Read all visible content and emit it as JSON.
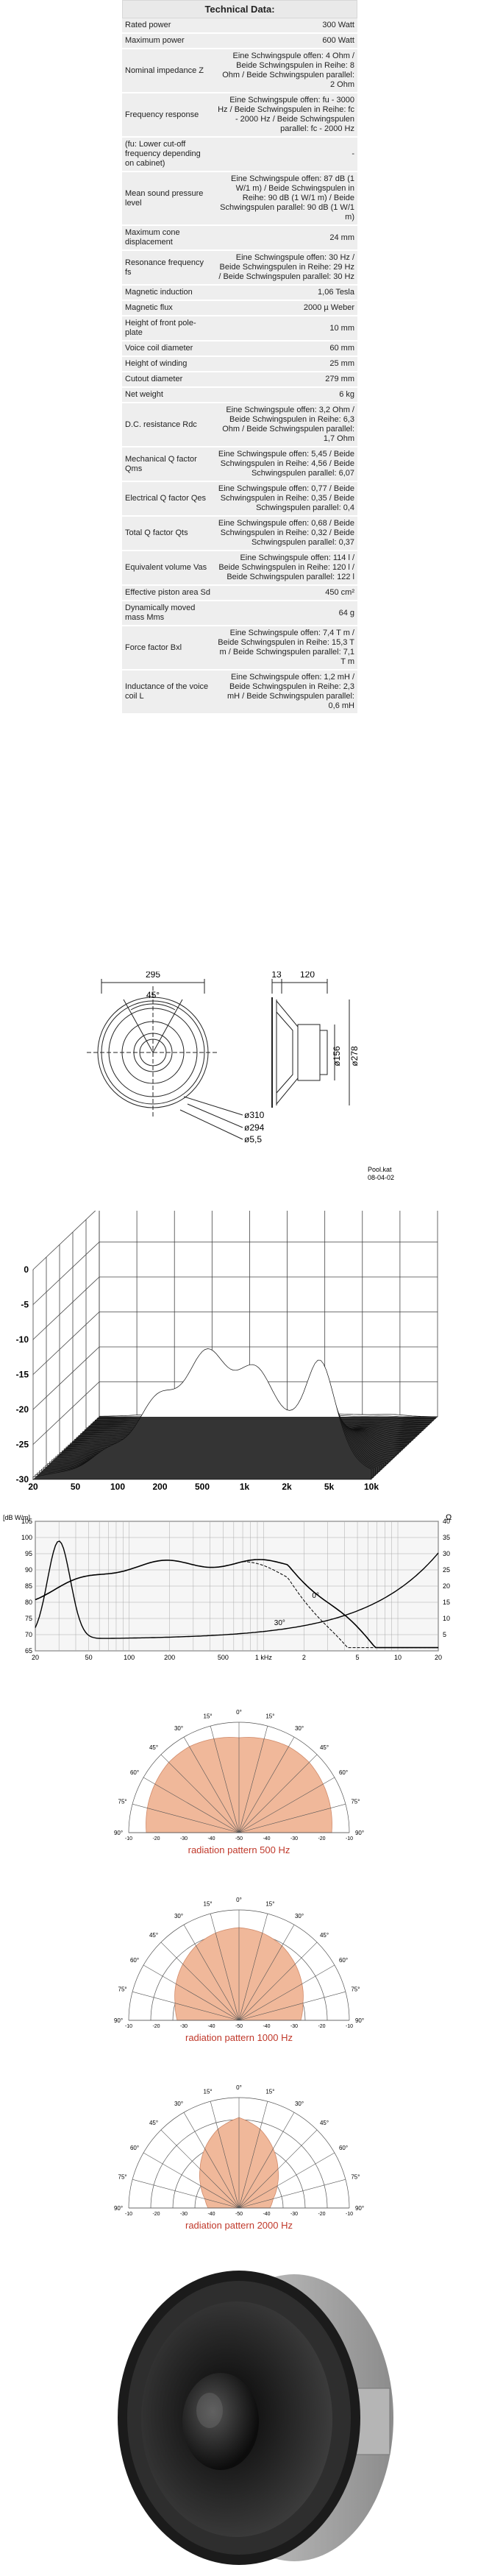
{
  "spec": {
    "title": "Technical Data:",
    "rows": [
      {
        "label": "Rated power",
        "value": "300 Watt"
      },
      {
        "label": "Maximum power",
        "value": "600 Watt"
      },
      {
        "label": "Nominal impedance Z",
        "value": "Eine Schwingspule offen: 4 Ohm / Beide Schwingspulen in Reihe: 8 Ohm / Beide Schwingspulen parallel: 2 Ohm"
      },
      {
        "label": "Frequency response",
        "value": "Eine Schwingspule offen: fu - 3000 Hz / Beide Schwingspulen in Reihe: fc - 2000 Hz / Beide Schwingspulen parallel: fc - 2000 Hz"
      },
      {
        "label": "(fu: Lower cut-off frequency depending on cabinet)",
        "value": "-"
      },
      {
        "label": "Mean sound pressure level",
        "value": "Eine Schwingspule offen: 87 dB (1 W/1 m) / Beide Schwingspulen in Reihe: 90 dB (1 W/1 m) / Beide Schwingspulen parallel: 90 dB (1 W/1 m)"
      },
      {
        "label": "Maximum cone displacement",
        "value": "24 mm"
      },
      {
        "label": "Resonance frequency fs",
        "value": "Eine Schwingspule offen: 30 Hz / Beide Schwingspulen in Reihe: 29 Hz / Beide Schwingspulen parallel: 30 Hz"
      },
      {
        "label": "Magnetic induction",
        "value": "1,06 Tesla"
      },
      {
        "label": "Magnetic flux",
        "value": "2000 µ Weber"
      },
      {
        "label": "Height of front pole-plate",
        "value": "10 mm"
      },
      {
        "label": "Voice coil diameter",
        "value": "60 mm"
      },
      {
        "label": "Height of winding",
        "value": "25 mm"
      },
      {
        "label": "Cutout diameter",
        "value": "279 mm"
      },
      {
        "label": "Net weight",
        "value": "6 kg"
      },
      {
        "label": "D.C. resistance Rdc",
        "value": "Eine Schwingspule offen: 3,2 Ohm / Beide Schwingspulen in Reihe: 6,3 Ohm / Beide Schwingspulen parallel: 1,7 Ohm"
      },
      {
        "label": "Mechanical Q factor Qms",
        "value": "Eine Schwingspule offen: 5,45 / Beide Schwingspulen in Reihe: 4,56 / Beide Schwingspulen parallel: 6,07"
      },
      {
        "label": "Electrical Q factor Qes",
        "value": "Eine Schwingspule offen: 0,77 / Beide Schwingspulen in Reihe: 0,35 / Beide Schwingspulen parallel: 0,4"
      },
      {
        "label": "Total Q factor Qts",
        "value": "Eine Schwingspule offen: 0,68 / Beide Schwingspulen in Reihe: 0,32 / Beide Schwingspulen parallel: 0,37"
      },
      {
        "label": "Equivalent volume Vas",
        "value": "Eine Schwingspule offen: 114 l / Beide Schwingspulen in Reihe: 120 l / Beide Schwingspulen parallel: 122 l"
      },
      {
        "label": "Effective piston area Sd",
        "value": "450 cm²"
      },
      {
        "label": "Dynamically moved mass Mms",
        "value": "64 g"
      },
      {
        "label": "Force factor Bxl",
        "value": "Eine Schwingspule offen: 7,4 T m / Beide Schwingspulen in Reihe: 15,3 T m / Beide Schwingspulen parallel: 7,1 T m"
      },
      {
        "label": "Inductance of the voice coil L",
        "value": "Eine Schwingspule offen: 1,2 mH / Beide Schwingspulen in Reihe: 2,3 mH / Beide Schwingspulen parallel: 0,6 mH"
      }
    ]
  },
  "drawing": {
    "dims": [
      "295",
      "45°",
      "13",
      "120",
      "ø156",
      "ø278",
      "ø310",
      "ø294",
      "ø5,5"
    ],
    "note1": "Pool.kat",
    "note2": "08-04-02"
  },
  "waterfall": {
    "ylabels": [
      "0",
      "-5",
      "-10",
      "-15",
      "-20",
      "-25",
      "-30"
    ],
    "xlabels": [
      "20",
      "50",
      "100",
      "200",
      "500",
      "1k",
      "2k",
      "5k",
      "10k"
    ]
  },
  "freq": {
    "left_unit": "[dB W/m]",
    "right_unit": "Ω",
    "left_ticks": [
      "105",
      "100",
      "95",
      "90",
      "85",
      "80",
      "75",
      "70",
      "65"
    ],
    "right_ticks": [
      "40",
      "35",
      "30",
      "25",
      "20",
      "15",
      "10",
      "5"
    ],
    "x_ticks": [
      "20",
      "50",
      "100",
      "200",
      "500",
      "1 kHz",
      "2",
      "5",
      "10",
      "20"
    ],
    "curve_labels": [
      "0°",
      "30°"
    ]
  },
  "polar": {
    "angles": [
      "0°",
      "15°",
      "30°",
      "45°",
      "60°",
      "75°",
      "90°"
    ],
    "db_ticks": [
      "-10",
      "-20",
      "-30",
      "-40",
      "-50",
      "-40",
      "-30",
      "-20",
      "-10"
    ],
    "captions": [
      "radiation pattern 500 Hz",
      "radiation pattern 1000 Hz",
      "radiation pattern 2000 Hz"
    ],
    "fill_color": "#f0b89a"
  }
}
